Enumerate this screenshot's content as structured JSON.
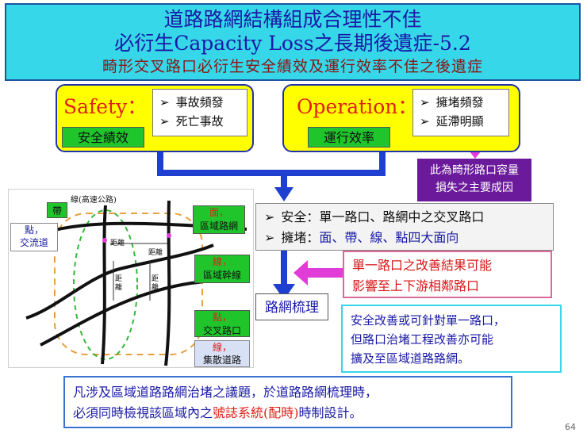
{
  "title": {
    "line1": "道路路網結構組成合理性不佳",
    "line2": "必衍生Capacity Loss之長期後遺症-5.2",
    "line3": "畸形交叉路口必衍生安全績效及運行效率不佳之後遺症"
  },
  "safety": {
    "heading": "Safety：",
    "label": "安全績效",
    "bullets": [
      "事故頻發",
      "死亡事故"
    ]
  },
  "operation": {
    "heading": "Operation：",
    "label": "運行效率",
    "bullets": [
      "擁堵頻發",
      "延滯明顯"
    ]
  },
  "callout_purple": {
    "line1": "此為畸形路口容量",
    "line2": "損失之主要成因"
  },
  "middle_box": {
    "line1_prefix": "安全：",
    "line1_text": "單一路口、路網中之交叉路口",
    "line2_prefix": "擁堵：",
    "line2_text": "面、帶、線、點四大面向"
  },
  "pink_box": {
    "line1": "單一路口之改善結果可能",
    "line2": "影響至上下游相鄰路口"
  },
  "network_label": "路網梳理",
  "cyan_box": {
    "line1": "安全改善或可針對單一路口，",
    "line2": "但路口治堵工程改善亦可能",
    "line3": "擴及至區域道路路網。"
  },
  "bottom_box": {
    "line1": "凡涉及區域道路路網治堵之議題，於道路路網梳理時，",
    "line2_prefix": "必須同時檢視該區域內之",
    "line2_highlight": "號誌系統(配時)",
    "line2_suffix": "時制設計。"
  },
  "diagram": {
    "highway": "線(高速公路)",
    "band": "帶",
    "point_ramp_1": "點，",
    "point_ramp_2": "交流道",
    "area_1": "面，",
    "area_2": "區域路網",
    "line_trunk_1": "線，",
    "line_trunk_2": "區域幹線",
    "point_int_1": "點，",
    "point_int_2": "交叉路口",
    "line_dist_1": "線，",
    "line_dist_2": "集散道路",
    "dist_top": "距離",
    "dist_right": "距離",
    "dist_v1": "距離",
    "dist_v2": "距離"
  },
  "page_number": "64",
  "colors": {
    "title_bg": "#35d7e8",
    "yellow": "#ffff00",
    "green": "#20c52c",
    "purple": "#6a1a9a",
    "blue_text": "#1a1aa6",
    "red_text": "#e0201a",
    "arrow_blue": "#1f3fd0",
    "arrow_magenta": "#e23cd8"
  }
}
